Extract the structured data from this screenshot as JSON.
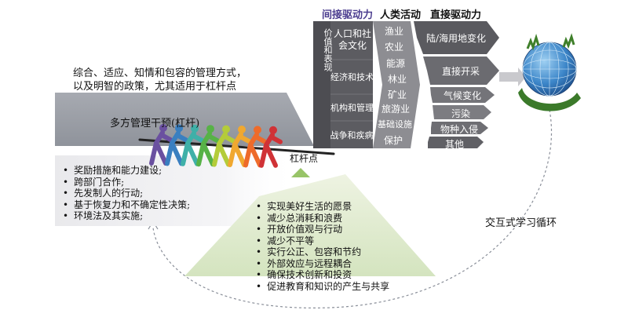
{
  "header": {
    "indirect": "间接驱动力",
    "human": "人类活动",
    "direct": "直接驱动力"
  },
  "vertical_label": "价值和表现",
  "indirect_drivers": [
    "人口和社会文化",
    "经济和技术",
    "机构和管理",
    "战争和疾病"
  ],
  "human_activities": [
    "渔业",
    "农业",
    "能源",
    "林业",
    "矿业",
    "旅游业",
    "基础设施",
    "保护"
  ],
  "direct_drivers": [
    "陆/海用地变化",
    "直接开采",
    "气候变化",
    "污染",
    "物种入侵",
    "其他"
  ],
  "approach_text": [
    "综合、适应、知情和包容的管理方式，",
    "以及明智的政策，尤其适用于杠杆点"
  ],
  "intervention_title": "多方管理干预(杠杆)",
  "interventions": [
    "奖励措施和能力建设;",
    "跨部门合作;",
    "先发制人的行动;",
    "基于恢复力和不确定性决策;",
    "环境法及其实施;"
  ],
  "leverage_label": "杠杆点",
  "leverage_points": [
    "实现美好生活的愿景",
    "减少总消耗和浪费",
    "开放价值观与行动",
    "减少不平等",
    "实行公正、包容和节约",
    "外部效应与远程耦合",
    "确保技术创新和投资",
    "促进教育和知识的产生与共享"
  ],
  "loop_label": "交互式学习循环",
  "colors": {
    "header_purple": "#4b3d8f",
    "dark_block": "#555559",
    "mid_block": "#707075",
    "light_block": "#8a8a8f",
    "bar_gray": "#9c9fa6",
    "green_light": "#dfeacc",
    "arrow_green": "#98c468"
  },
  "people_colors": [
    "#6a50a0",
    "#3a7fc0",
    "#3fb0a8",
    "#57b247",
    "#b4cc3a",
    "#f0a830",
    "#ee6b2a",
    "#d03236"
  ]
}
